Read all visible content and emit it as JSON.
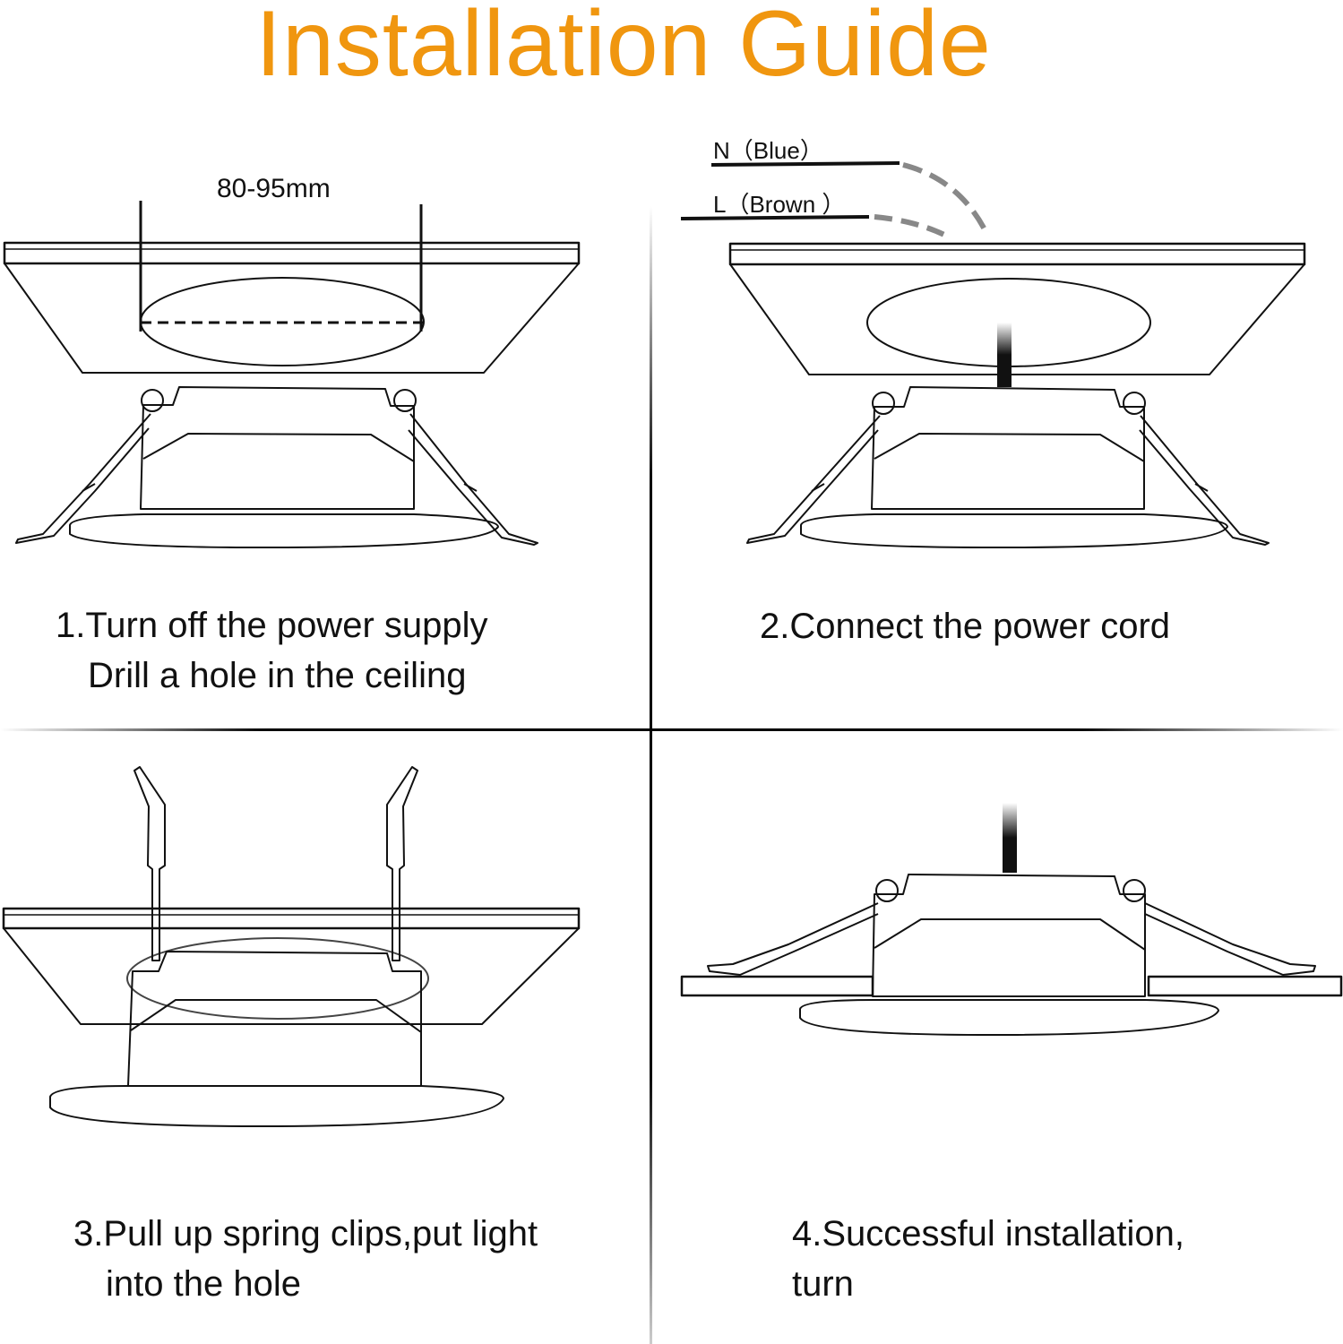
{
  "page": {
    "title": "Installation Guide",
    "accent_color": "#f0960f",
    "line_color": "#111111"
  },
  "step1": {
    "dimension_label": "80-95mm",
    "caption_line1": "1.Turn off the power supply",
    "caption_line2": "Drill a hole in the ceiling"
  },
  "step2": {
    "wire_n_label": "N（Blue）",
    "wire_l_label": "L（Brown ）",
    "caption_line1": "2.Connect the power cord"
  },
  "step3": {
    "caption_line1": "3.Pull up spring clips,put light",
    "caption_line2": "into the hole"
  },
  "step4": {
    "caption_line1": "4.Successful installation,",
    "caption_line2": "turn"
  }
}
